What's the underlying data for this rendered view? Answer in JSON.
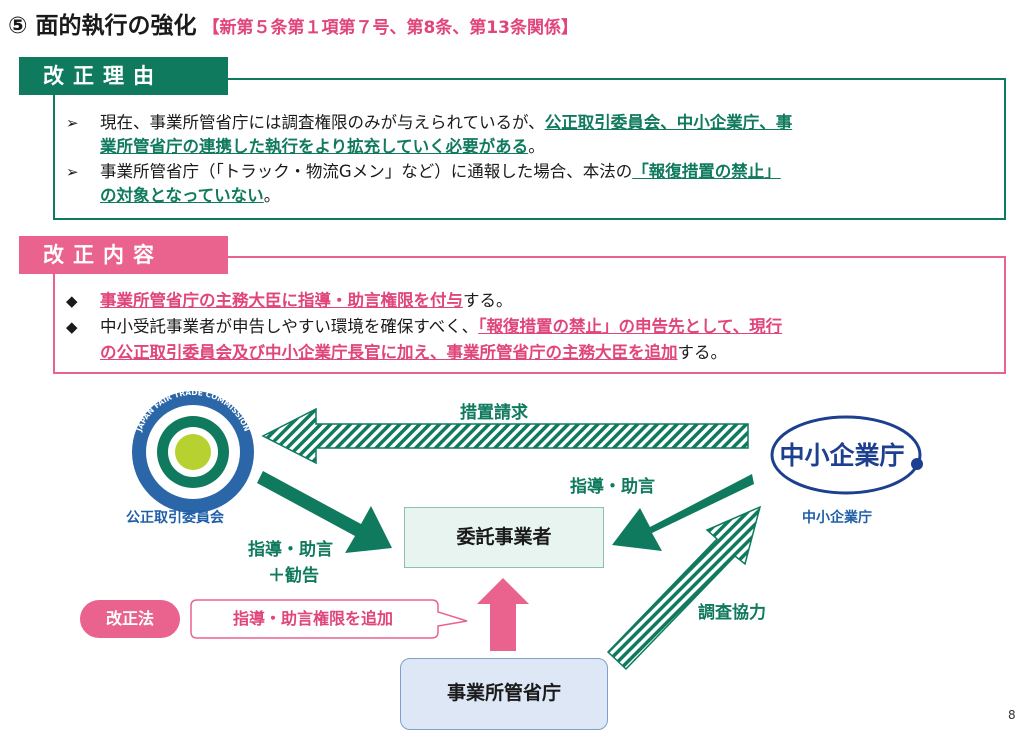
{
  "title": {
    "main": "⑤ 面的執行の強化",
    "sub": "【新第５条第１項第７号、第8条、第13条関係】"
  },
  "reason": {
    "header": "改正理由",
    "bullet_glyph": "➢",
    "item1": {
      "line1_plain": "現在、事業所管省庁には調査権限のみが与えられているが、",
      "line1_hl": "公正取引委員会、中小企業庁、事",
      "line2_hl": "業所管省庁の連携した執行をより拡充していく必要がある",
      "line2_plain": "。"
    },
    "item2": {
      "line1_plain": "事業所管省庁（「トラック・物流Gメン」など）に通報した場合、本法の",
      "line1_hl": "「報復措置の禁止」",
      "line2_hl": "の対象となっていない",
      "line2_plain": "。"
    }
  },
  "content": {
    "header": "改正内容",
    "bullet_glyph": "◆",
    "item1": {
      "line1_hl": "事業所管省庁の主務大臣に指導・助言権限を付与",
      "line1_plain": "する。"
    },
    "item2": {
      "line1_plain": "中小受託事業者が申告しやすい環境を確保すべく、",
      "line1_hl": "「報復措置の禁止」の申告先として、現行",
      "line2_hl": "の公正取引委員会及び中小企業庁長官に加え、事業所管省庁の主務大臣を追加",
      "line2_plain": "する。"
    }
  },
  "diagram": {
    "jftc_logo_text": "JAPAN FAIR TRADE COMMISSION",
    "jftc_name": "公正取引委員会",
    "sme_logo_text": "中小企業庁",
    "sme_name": "中小企業庁",
    "center_box": "委託事業者",
    "ministry_box": "事業所管省庁",
    "arrow_top_label": "措置請求",
    "arrow_sme_label": "指導・助言",
    "arrow_jftc_label1": "指導・助言",
    "arrow_jftc_label2": "＋勧告",
    "arrow_cooperation_label": "調査協力",
    "pill_label": "改正法",
    "callout_label": "指導・助言権限を追加"
  },
  "page_number": "8",
  "colors": {
    "green": "#0f7a5e",
    "pink": "#e9638e",
    "pink_text": "#e0457b",
    "blue_text": "#1f5fa8",
    "center_fill": "#e8f4ef",
    "ministry_fill": "#dde7f6"
  }
}
